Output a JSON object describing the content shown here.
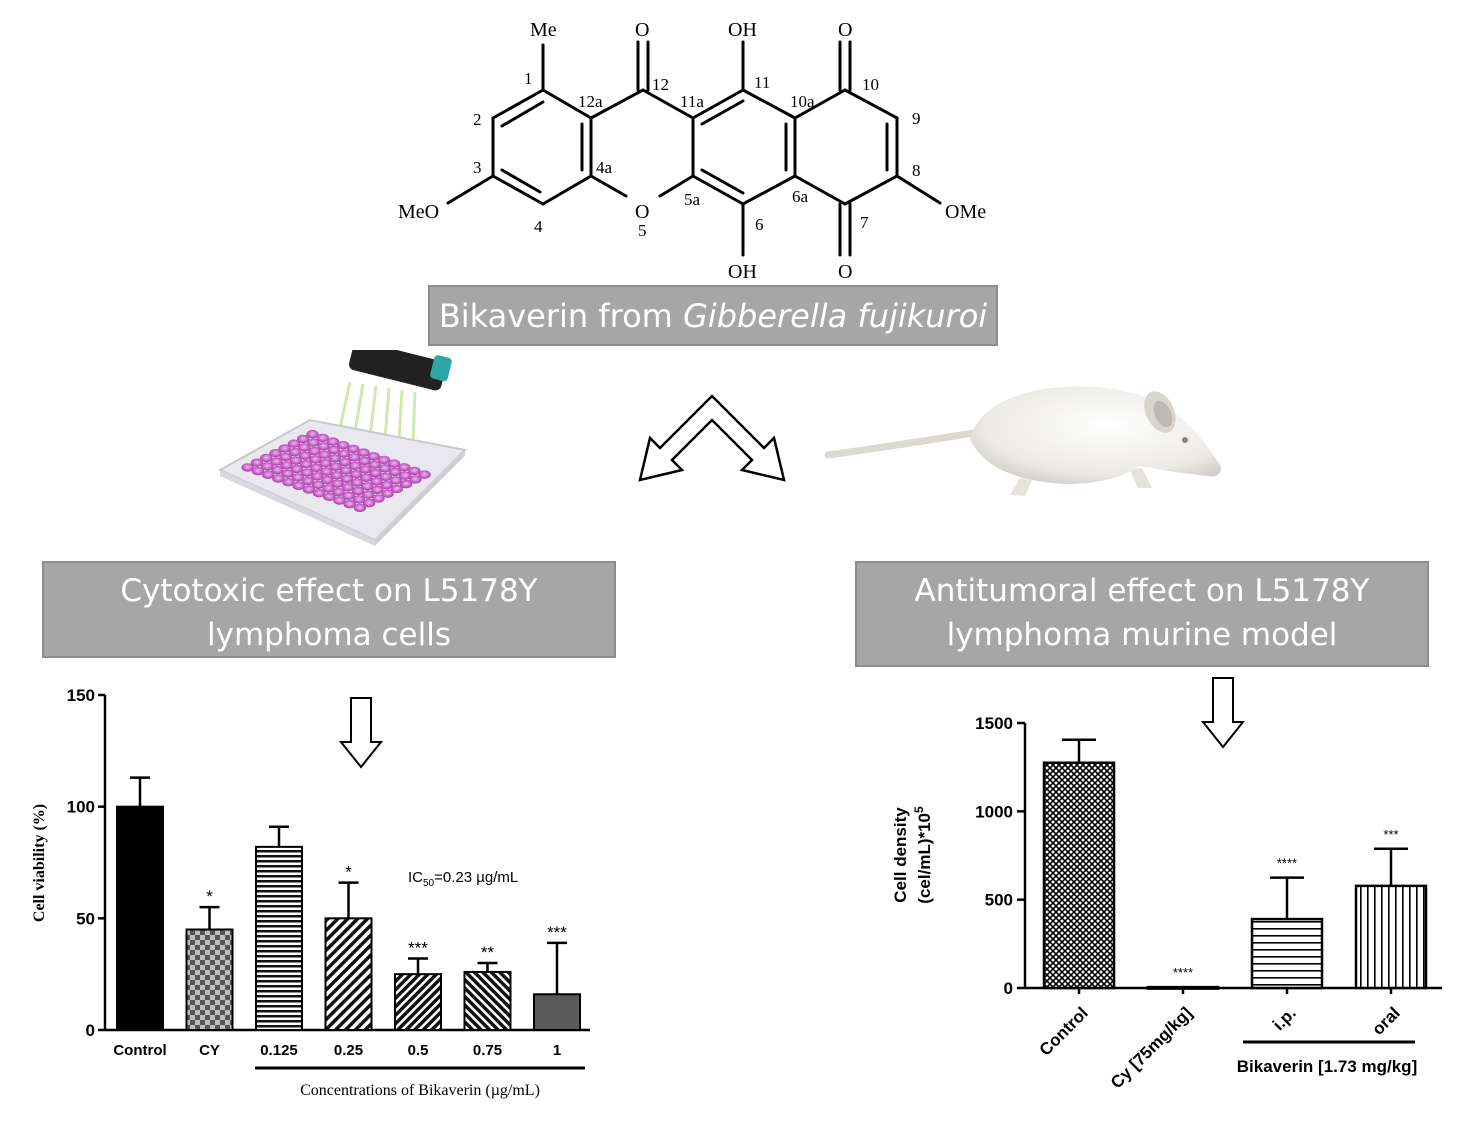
{
  "molecule": {
    "labels": {
      "me": "Me",
      "o_top12": "O",
      "oh11": "OH",
      "o_top10": "O",
      "n1": "1",
      "n2": "2",
      "n3": "3",
      "n4": "4",
      "n4a": "4a",
      "n5": "5",
      "n5a": "5a",
      "n6": "6",
      "n6a": "6a",
      "n7": "7",
      "n8": "8",
      "n9": "9",
      "n10": "10",
      "n10a": "10a",
      "n11": "11",
      "n11a": "11a",
      "n12": "12",
      "n12a": "12a",
      "meo_left": "MeO",
      "ome_right": "OMe",
      "o_ring": "O",
      "oh6": "OH",
      "o_bottom7": "O"
    }
  },
  "title_box": {
    "prefix": "Bikaverin from ",
    "italic": "Gibberella fujikuroi"
  },
  "left_box": {
    "line1": "Cytotoxic effect on L5178Y",
    "line2": "lymphoma cells"
  },
  "right_box": {
    "line1": "Antitumoral effect on L5178Y",
    "line2": "lymphoma murine model"
  },
  "icons": {
    "plate": "microplate-pipette-icon",
    "mouse": "mouse-icon",
    "arrows": "split-arrow-icon"
  },
  "chart_data": [
    {
      "type": "bar",
      "ylabel": "Cell viability (%)",
      "xlabel": "Concentrations of Bikaverin (µg/mL)",
      "categories": [
        "Control",
        "CY",
        "0.125",
        "0.25",
        "0.5",
        "0.75",
        "1"
      ],
      "values": [
        100,
        45,
        82,
        50,
        25,
        26,
        16
      ],
      "errors": [
        13,
        10,
        9,
        16,
        7,
        4,
        23
      ],
      "significance": [
        "",
        "*",
        "",
        "*",
        "***",
        "**",
        "***"
      ],
      "ylim": [
        0,
        150
      ],
      "yticks": [
        "0",
        "50",
        "100",
        "150"
      ],
      "annotation_main": "IC",
      "annotation_sub": "50",
      "annotation_rest": "=0.23 µg/mL",
      "colors": [
        "#000000",
        "#9a9a9a",
        "#1a1a1a",
        "#1a1a1a",
        "#1a1a1a",
        "#1a1a1a",
        "#5a5a5a"
      ]
    },
    {
      "type": "bar",
      "ylabel_line1": "Cell density",
      "ylabel_line2": "(cel/mL)*10",
      "ylabel_sup": "5",
      "categories": [
        "Control",
        "Cy [75mg/kg]",
        "i.p.",
        "oral"
      ],
      "values": [
        1275,
        5,
        390,
        578
      ],
      "errors": [
        130,
        0,
        235,
        210
      ],
      "significance": [
        "",
        "****",
        "****",
        "***"
      ],
      "ylim": [
        0,
        1500
      ],
      "yticks": [
        "0",
        "500",
        "1000",
        "1500"
      ],
      "group_label": "Bikaverin [1.73 mg/kg]"
    }
  ]
}
